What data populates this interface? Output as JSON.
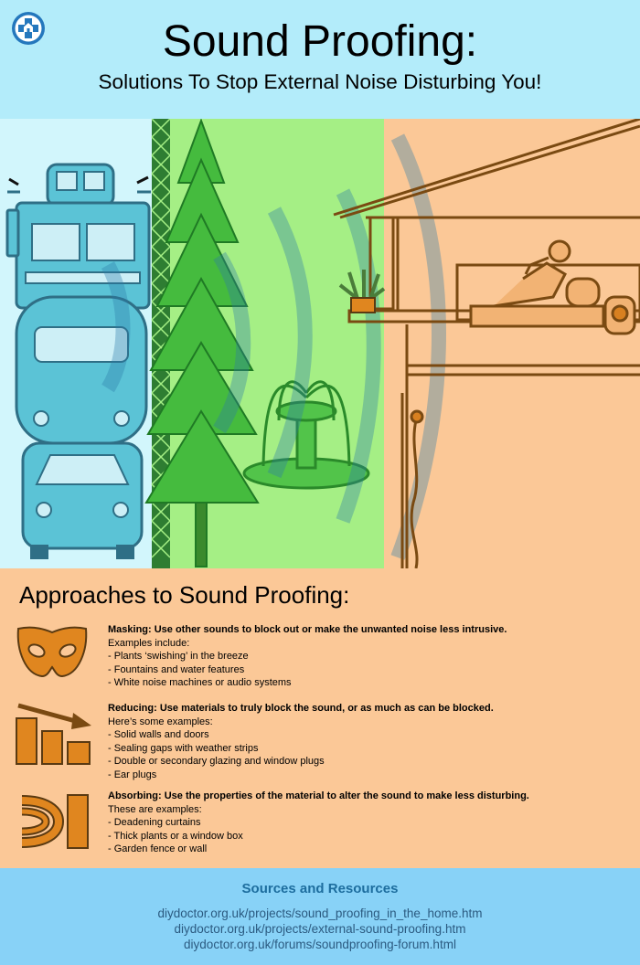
{
  "header": {
    "title": "Sound Proofing:",
    "subtitle": "Solutions To Stop External Noise Disturbing You!",
    "logo_icon": "house-cross-logo-icon"
  },
  "scene": {
    "icons": [
      "truck-icon",
      "bus-icon",
      "car-icon",
      "fence-icon",
      "fir-tree-icon",
      "fountain-icon",
      "sound-wave-icon",
      "house-icon",
      "person-reading-icon",
      "radio-icon",
      "potted-plant-icon"
    ]
  },
  "approaches": {
    "heading": "Approaches to Sound Proofing:",
    "items": [
      {
        "icon": "mask-icon",
        "lead": "Masking: Use other sounds to block out or make the unwanted noise less intrusive.",
        "intro": "Examples include:",
        "bullets": [
          "- Plants ‘swishing’ in the breeze",
          "- Fountains and water features",
          "- White noise machines or audio systems"
        ]
      },
      {
        "icon": "decreasing-bars-icon",
        "lead": "Reducing: Use materials to truly block the sound, or as much as can be blocked.",
        "intro": "Here’s some examples:",
        "bullets": [
          "- Solid walls and doors",
          "- Sealing gaps with weather strips",
          "- Double or secondary glazing and window plugs",
          "- Ear plugs"
        ]
      },
      {
        "icon": "absorbing-waves-icon",
        "lead": "Absorbing: Use the properties of the material to alter the sound to make less disturbing.",
        "intro": "These are examples:",
        "bullets": [
          "- Deadening curtains",
          "- Thick plants or a window box",
          "- Garden fence or wall"
        ]
      }
    ]
  },
  "sources": {
    "title": "Sources and Resources",
    "links": [
      "diydoctor.org.uk/projects/sound_proofing_in_the_home.htm",
      "diydoctor.org.uk/projects/external-sound-proofing.htm",
      "diydoctor.org.uk/forums/soundproofing-forum.html"
    ]
  },
  "colors": {
    "header_bg": "#b3ecfa",
    "vehicles": "#5bc3d6",
    "greenery": "#45bb3e",
    "house_bg": "#fbc897",
    "icon_orange": "#e0861f",
    "sources_bg": "#88d2f7",
    "sources_title": "#1d6d9e"
  }
}
